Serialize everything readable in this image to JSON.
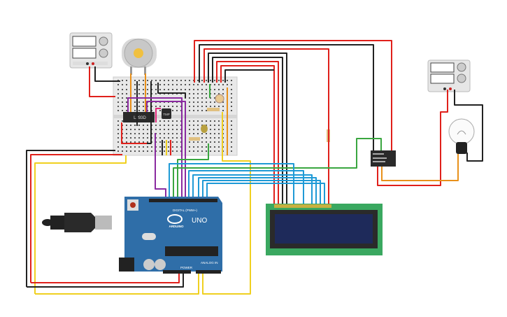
{
  "components": {
    "driver_chip": {
      "label": "L293D"
    },
    "temp_sensor": {
      "label": "TMP"
    },
    "arduino": {
      "model": "UNO",
      "brand": "ARDUINO",
      "digital_header": "DIGITAL (PWM~)",
      "power_header": "POWER",
      "analog_header": "ANALOG IN"
    }
  },
  "colors": {
    "red": "#e0201b",
    "black": "#222222",
    "yellow": "#f0d020",
    "orange": "#e8901a",
    "purple": "#8a2aa0",
    "green": "#3aa640",
    "blue": "#1f9ad6",
    "pink": "#e0287a",
    "arduino_board": "#2f6ea8",
    "lcd_board": "#3aa860",
    "lcd_screen": "#1e2a5a"
  }
}
